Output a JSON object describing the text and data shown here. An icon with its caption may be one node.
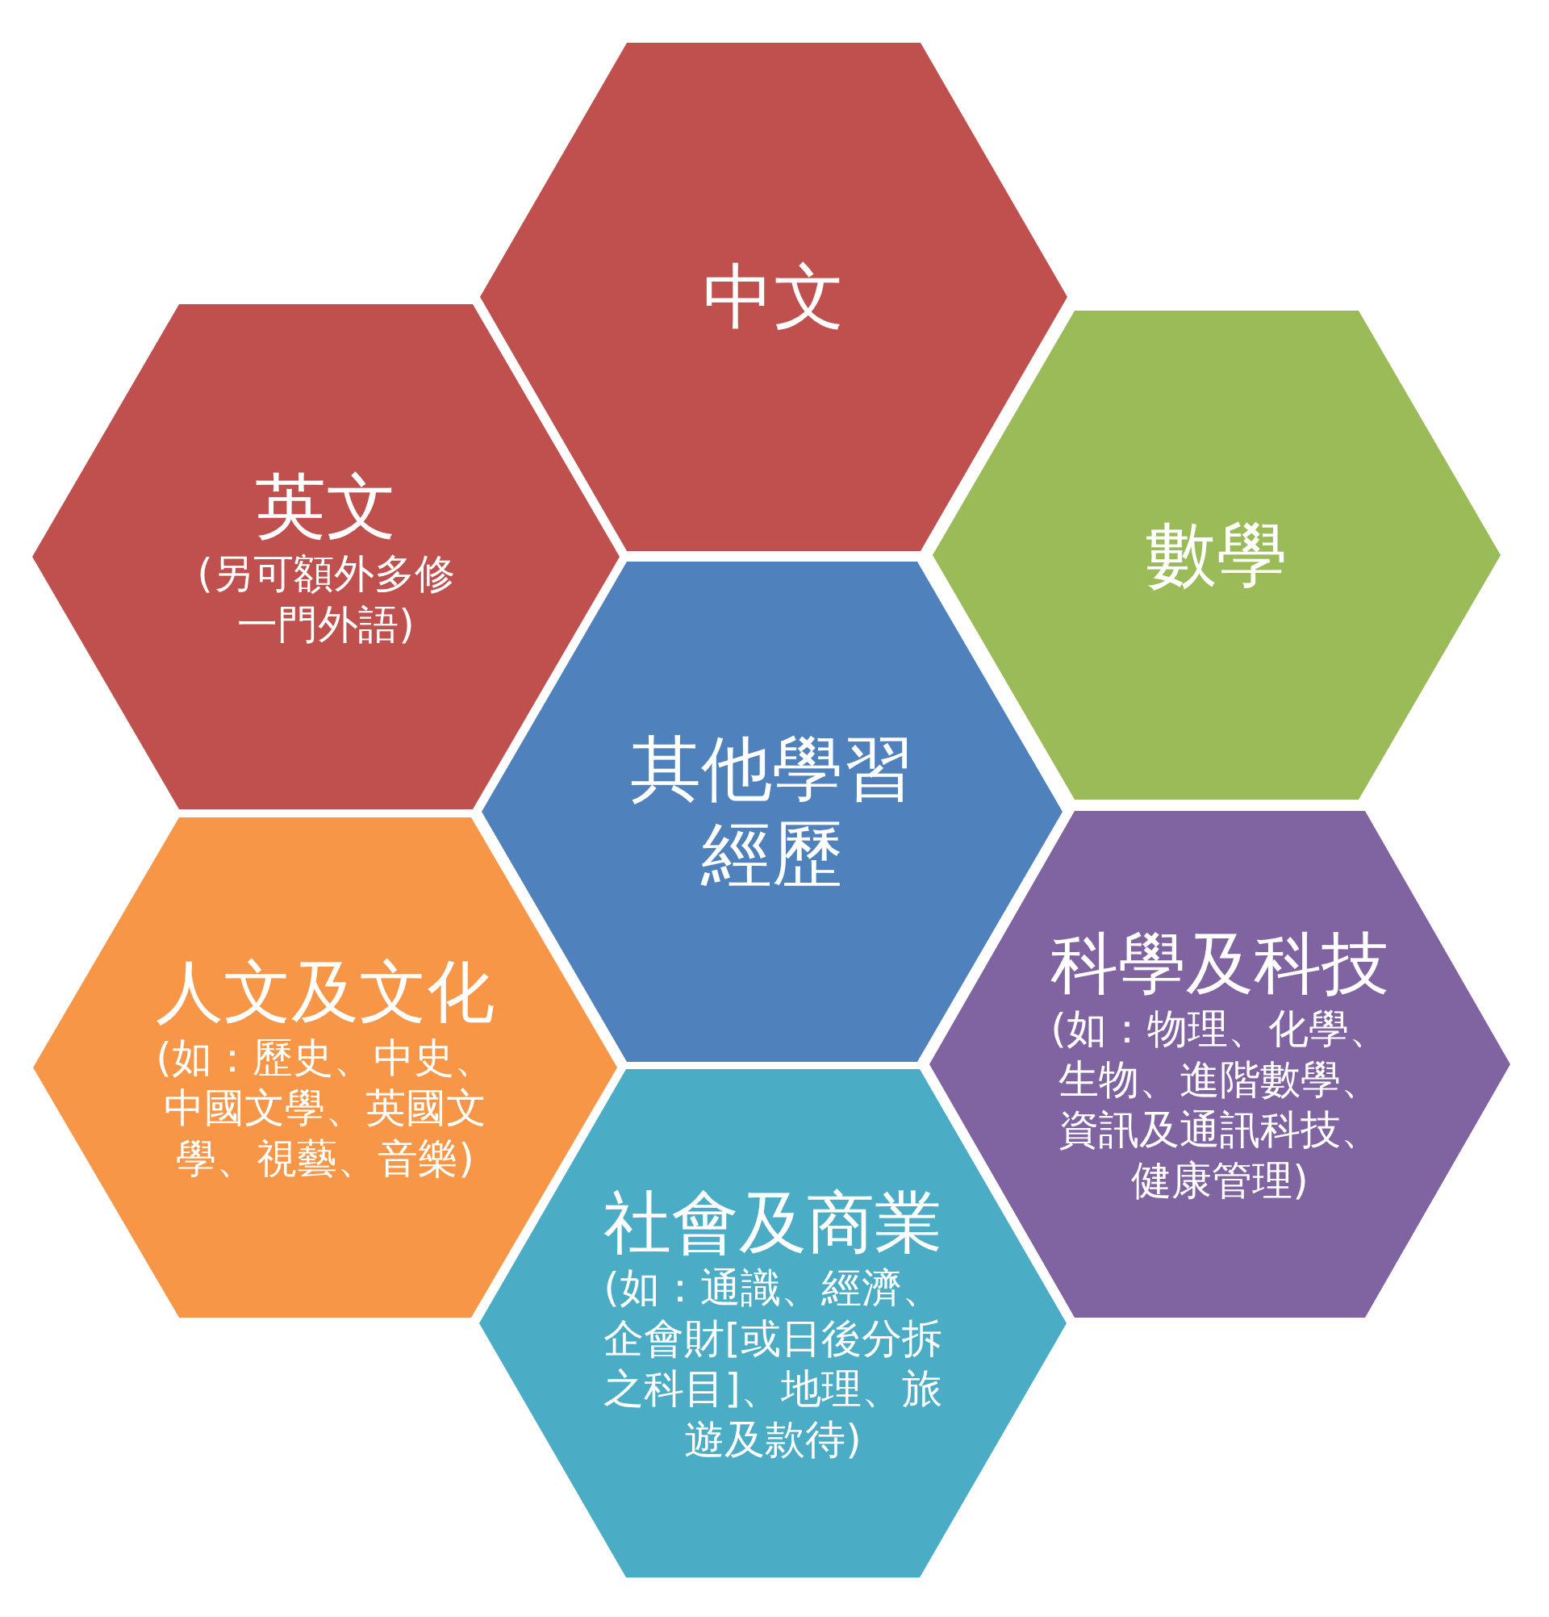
{
  "diagram": {
    "nodes": [
      {
        "text": [
          "中文"
        ]
      },
      {
        "text": [
          "英文",
          "(另可額外多修一門外語)"
        ]
      },
      {
        "text": [
          "數學"
        ]
      },
      {
        "text": [
          "其他學習經歷"
        ]
      },
      {
        "text": [
          "人文及文化",
          "(如：歷史、中史、中國文學、英國文學、視藝、音樂)"
        ]
      },
      {
        "text": [
          "科學及科技",
          "(如：物理、化學、生物、進階數學、資訊及通訊科技、健康管理)"
        ]
      },
      {
        "text": [
          "社會及商業",
          "(如：通識、經濟、企會財[或日後分拆之科目]、地理、旅遊及款待)"
        ]
      }
    ]
  }
}
